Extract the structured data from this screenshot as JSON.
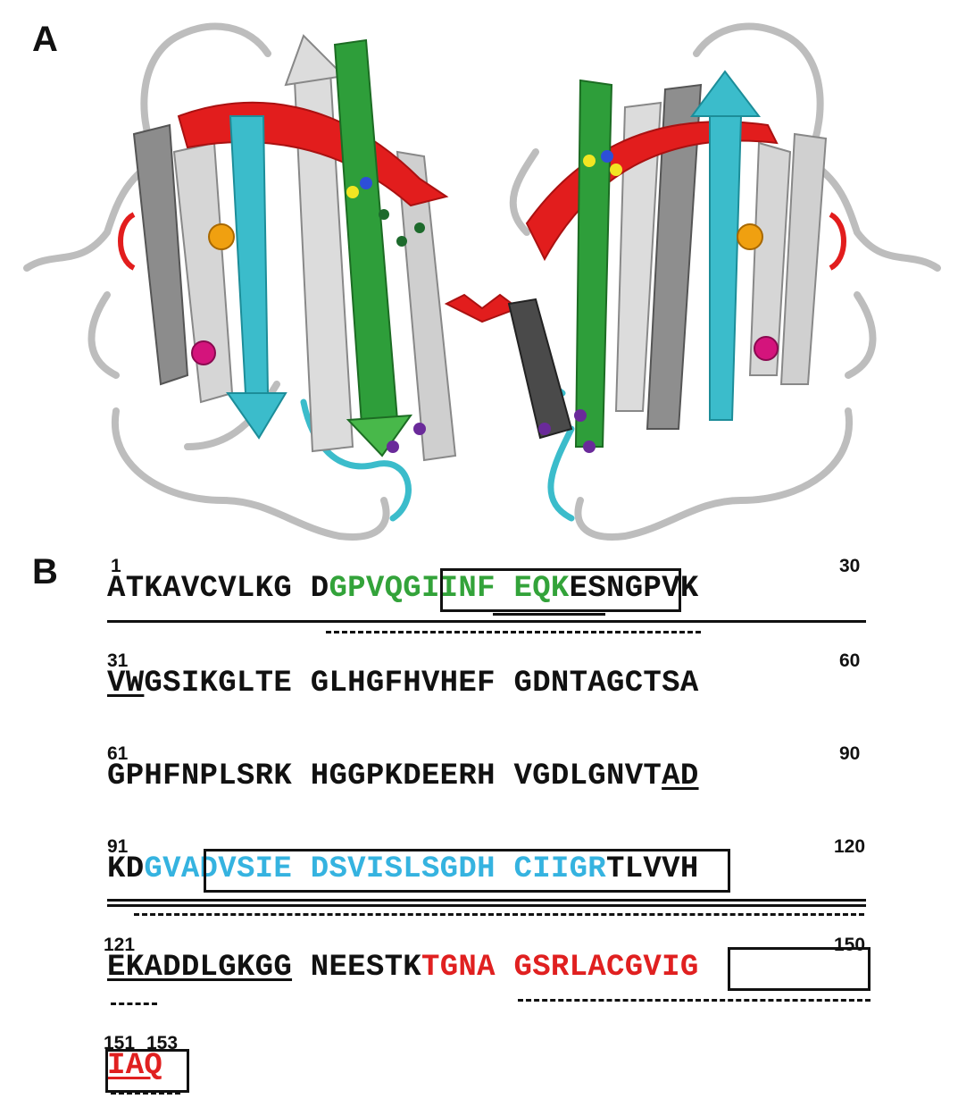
{
  "panels": {
    "a_label": "A",
    "b_label": "B"
  },
  "colors": {
    "strand_green": "#2e9e3a",
    "strand_cyan": "#3bbccb",
    "strand_red": "#e21d1d",
    "ribbon_gray": "#cfcfcf",
    "sphere_orange": "#f0a010",
    "sphere_magenta": "#d4147c",
    "ligand_purple": "#6a2a9a"
  },
  "sequence": {
    "row1": {
      "start": "1",
      "end": "30",
      "seg1": "ATKAVCVLKG D",
      "seg2": "GPVQGIINF EQK",
      "seg3": "ESNGPVK"
    },
    "row2": {
      "start": "31",
      "end": "60",
      "seg1": "VW",
      "seg2": "GSIKGLTE GLHGFHVHEF GDNTAGCTSA"
    },
    "row3": {
      "start": "61",
      "end": "90",
      "seg1": "GPHFNPLSRK HGGPKDEERH VGDLGNVT",
      "seg2": "AD"
    },
    "row4": {
      "start": "91",
      "end": "120",
      "seg1": "KD",
      "seg2": "GVADVSIE DSVISLSGDH CIIGR",
      "seg3": "TLVVH"
    },
    "row5": {
      "start": "121",
      "end": "150",
      "seg1": "EKADDLGKGG",
      "seg2": " NEESTK",
      "seg3": "TGNA GSRLACGVIG"
    },
    "row6": {
      "start": "151",
      "end": "153",
      "seg1": "IAQ"
    }
  }
}
